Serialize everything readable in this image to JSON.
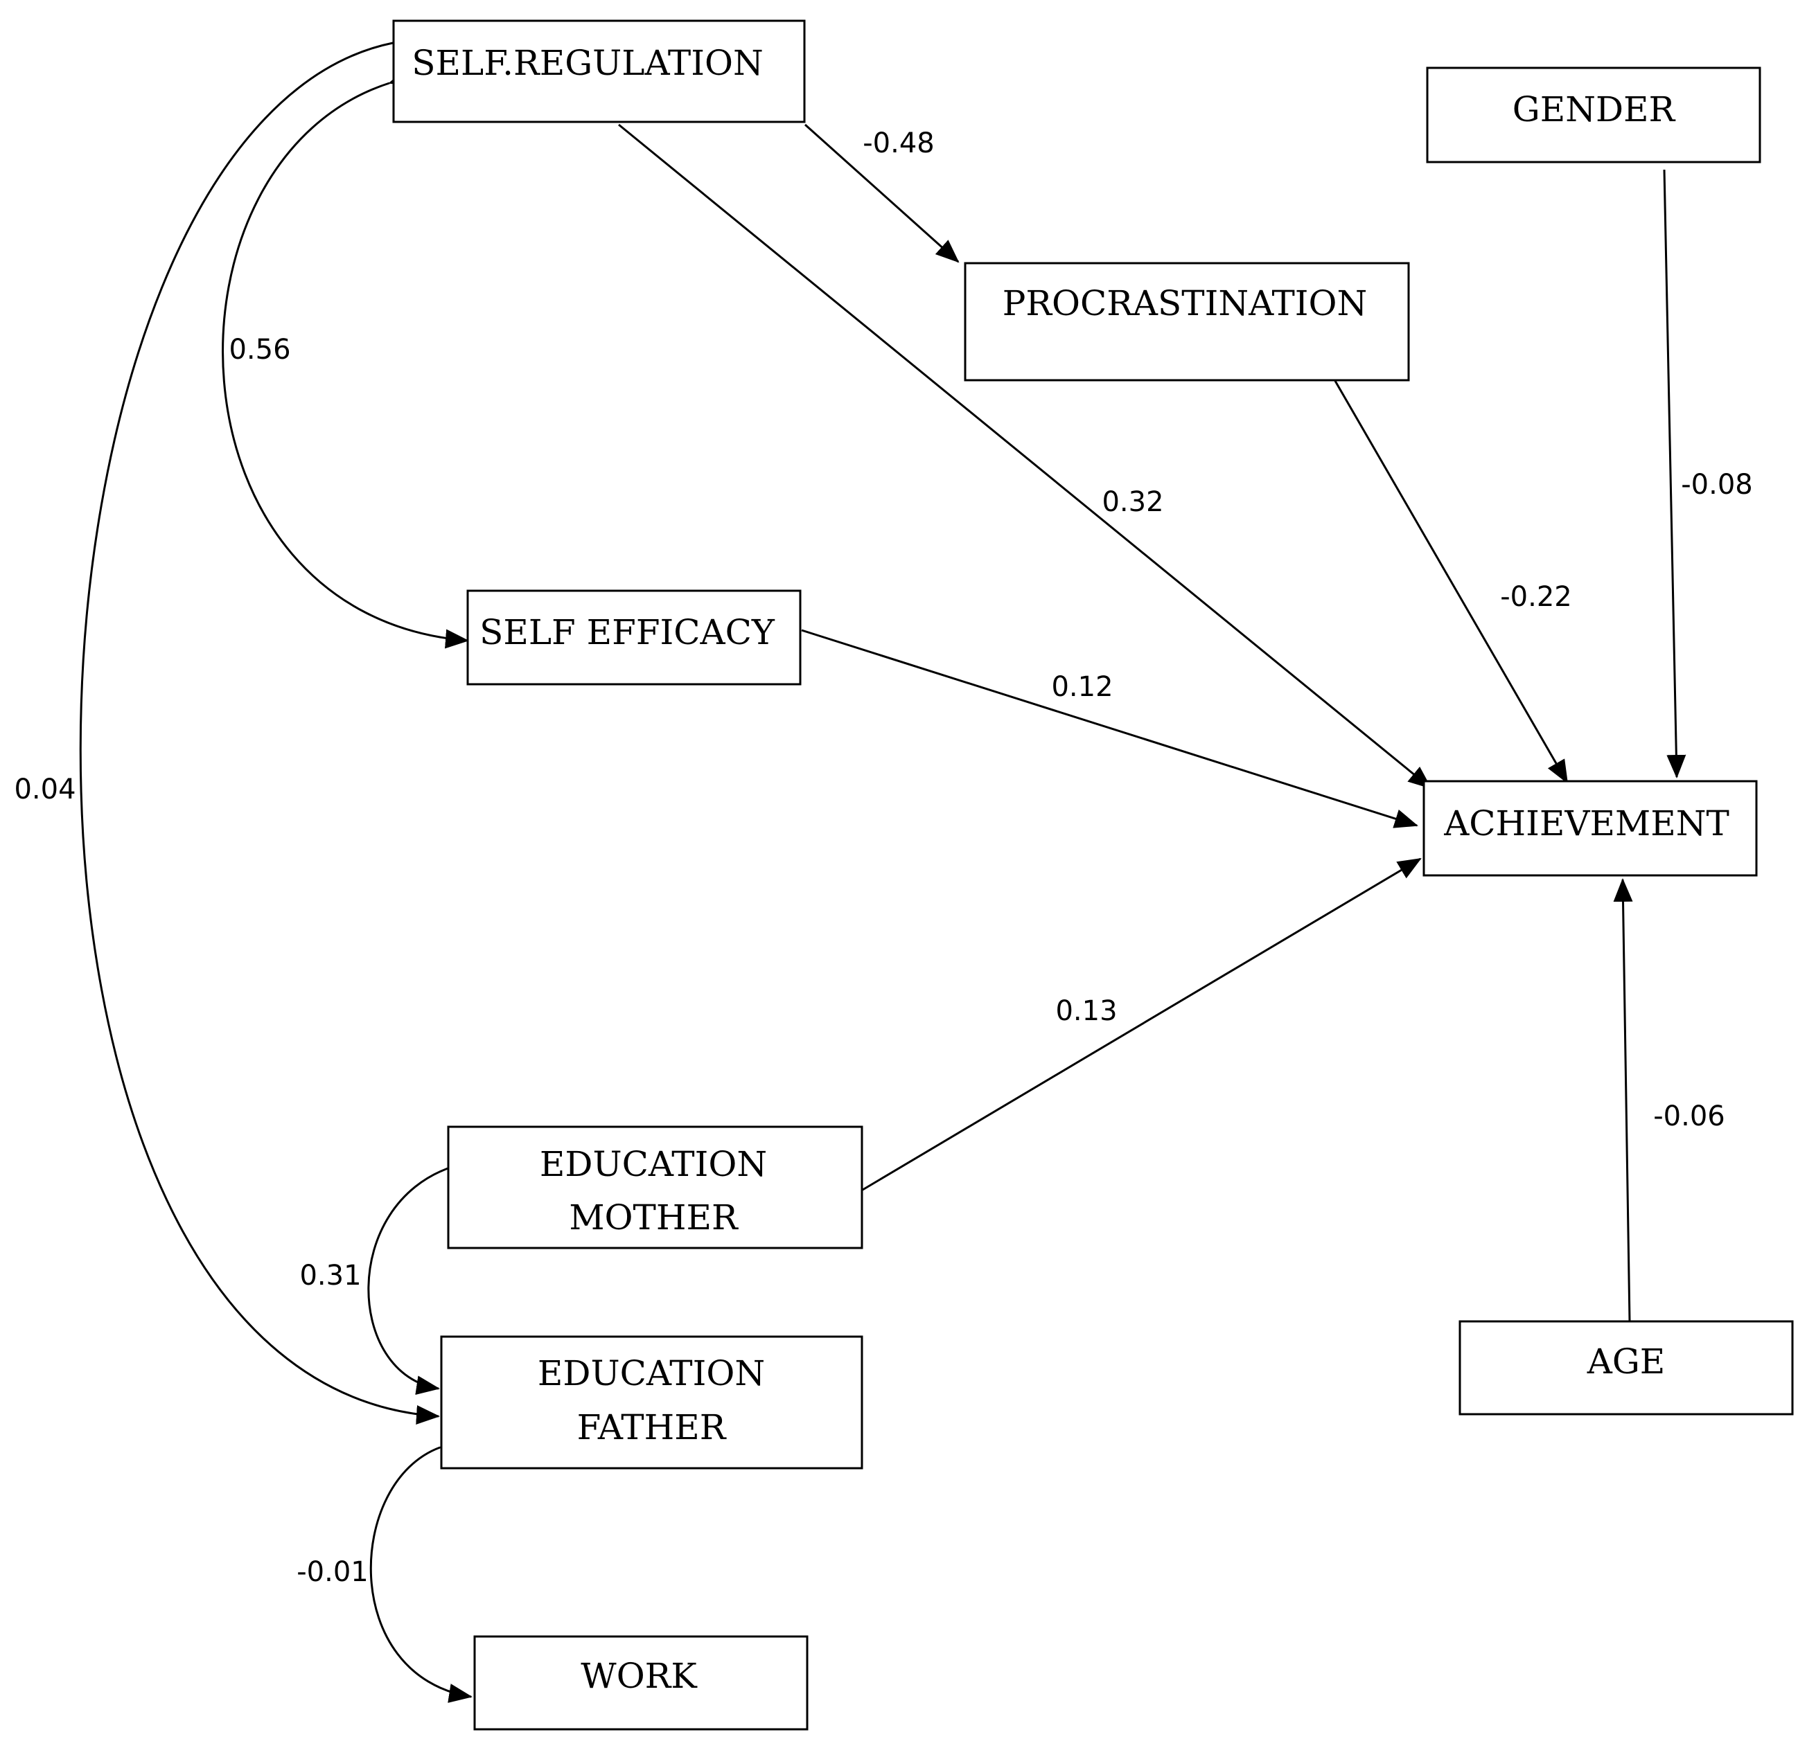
{
  "nodes": {
    "self_regulation": "SELF.REGULATION",
    "gender": "GENDER",
    "procrastination": "PROCRASTINATION",
    "self_efficacy": "SELF EFFICACY",
    "achievement": "ACHIEVEMENT",
    "education_mother": [
      "EDUCATION",
      "MOTHER"
    ],
    "education_father": [
      "EDUCATION",
      "FATHER"
    ],
    "age": "AGE",
    "work": "WORK"
  },
  "paths": {
    "selfreg_to_procrastination": "-0.48",
    "selfreg_selfefficacy": "0.56",
    "selfreg_to_achievement": "0.32",
    "procrastination_to_achievement": "-0.22",
    "gender_to_achievement": "-0.08",
    "selfefficacy_to_achievement": "0.12",
    "selfreg_edfather": "0.04",
    "edmother_to_achievement": "0.13",
    "age_to_achievement": "-0.06",
    "edmother_edfather": "0.31",
    "edfather_work": "-0.01"
  }
}
